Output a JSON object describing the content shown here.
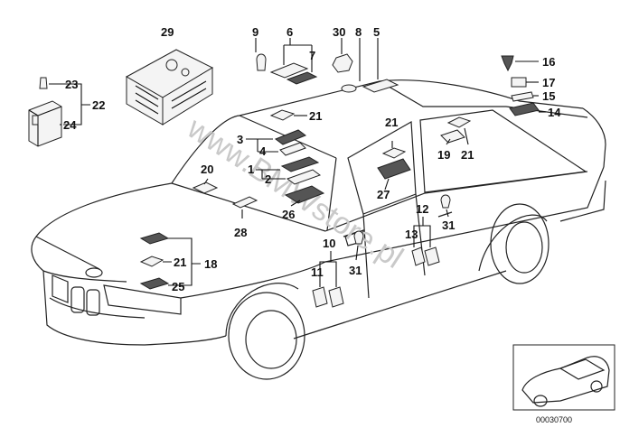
{
  "diagram": {
    "watermark": "www.BMWstore.pl",
    "reference_number": "00030700",
    "callouts": [
      {
        "key": "c29",
        "label": "29"
      },
      {
        "key": "c9",
        "label": "9"
      },
      {
        "key": "c6",
        "label": "6"
      },
      {
        "key": "c7",
        "label": "7"
      },
      {
        "key": "c30",
        "label": "30"
      },
      {
        "key": "c8",
        "label": "8"
      },
      {
        "key": "c5",
        "label": "5"
      },
      {
        "key": "c16",
        "label": "16"
      },
      {
        "key": "c17",
        "label": "17"
      },
      {
        "key": "c15",
        "label": "15"
      },
      {
        "key": "c14",
        "label": "14"
      },
      {
        "key": "c23",
        "label": "23"
      },
      {
        "key": "c22",
        "label": "22"
      },
      {
        "key": "c24",
        "label": "24"
      },
      {
        "key": "c21a",
        "label": "21"
      },
      {
        "key": "c3",
        "label": "3"
      },
      {
        "key": "c4",
        "label": "4"
      },
      {
        "key": "c21b",
        "label": "21"
      },
      {
        "key": "c20",
        "label": "20"
      },
      {
        "key": "c1",
        "label": "1"
      },
      {
        "key": "c2",
        "label": "2"
      },
      {
        "key": "c19",
        "label": "19"
      },
      {
        "key": "c21c",
        "label": "21"
      },
      {
        "key": "c27",
        "label": "27"
      },
      {
        "key": "c26",
        "label": "26"
      },
      {
        "key": "c28",
        "label": "28"
      },
      {
        "key": "c12",
        "label": "12"
      },
      {
        "key": "c13",
        "label": "13"
      },
      {
        "key": "c31a",
        "label": "31"
      },
      {
        "key": "c10",
        "label": "10"
      },
      {
        "key": "c21d",
        "label": "21"
      },
      {
        "key": "c18",
        "label": "18"
      },
      {
        "key": "c25",
        "label": "25"
      },
      {
        "key": "c11",
        "label": "11"
      },
      {
        "key": "c31b",
        "label": "31"
      }
    ]
  }
}
